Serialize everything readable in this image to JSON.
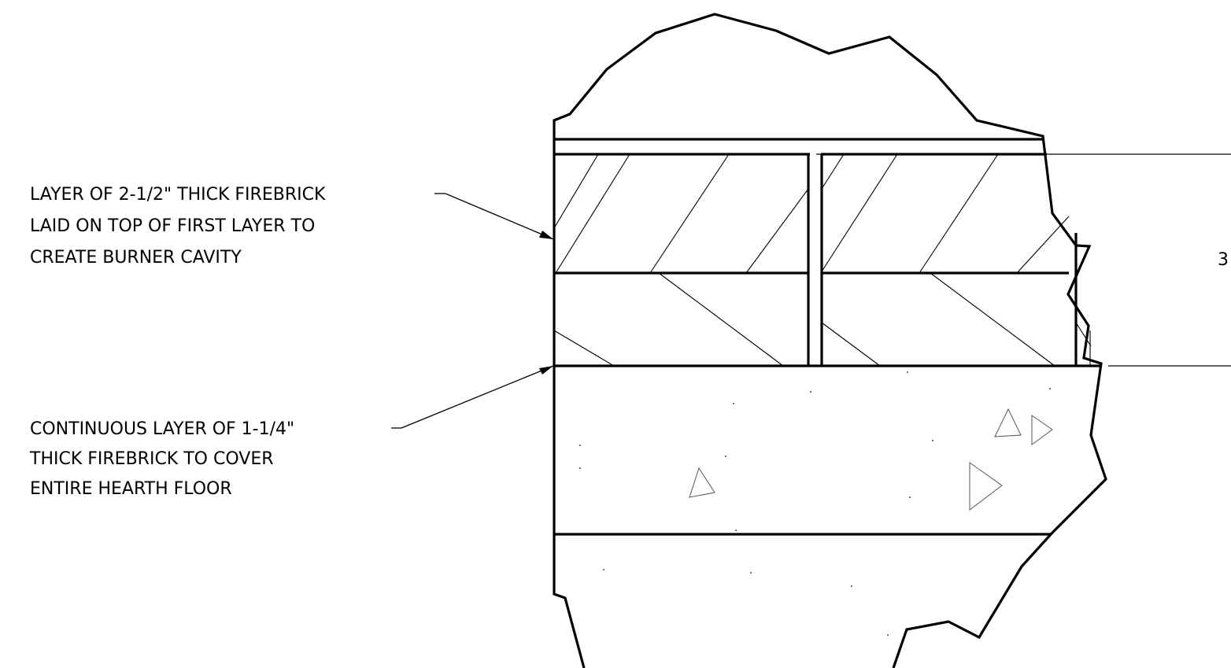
{
  "diagram": {
    "callouts": [
      {
        "id": "upper-layer",
        "lines": [
          "LAYER OF 2-1/2\" THICK FIREBRICK",
          "LAID ON TOP OF FIRST LAYER TO",
          "CREATE BURNER CAVITY"
        ]
      },
      {
        "id": "lower-layer",
        "lines": [
          "CONTINUOUS LAYER OF 1-1/4\"",
          "THICK FIREBRICK TO COVER",
          "ENTIRE HEARTH FLOOR"
        ]
      }
    ],
    "dimension_text": "3"
  }
}
